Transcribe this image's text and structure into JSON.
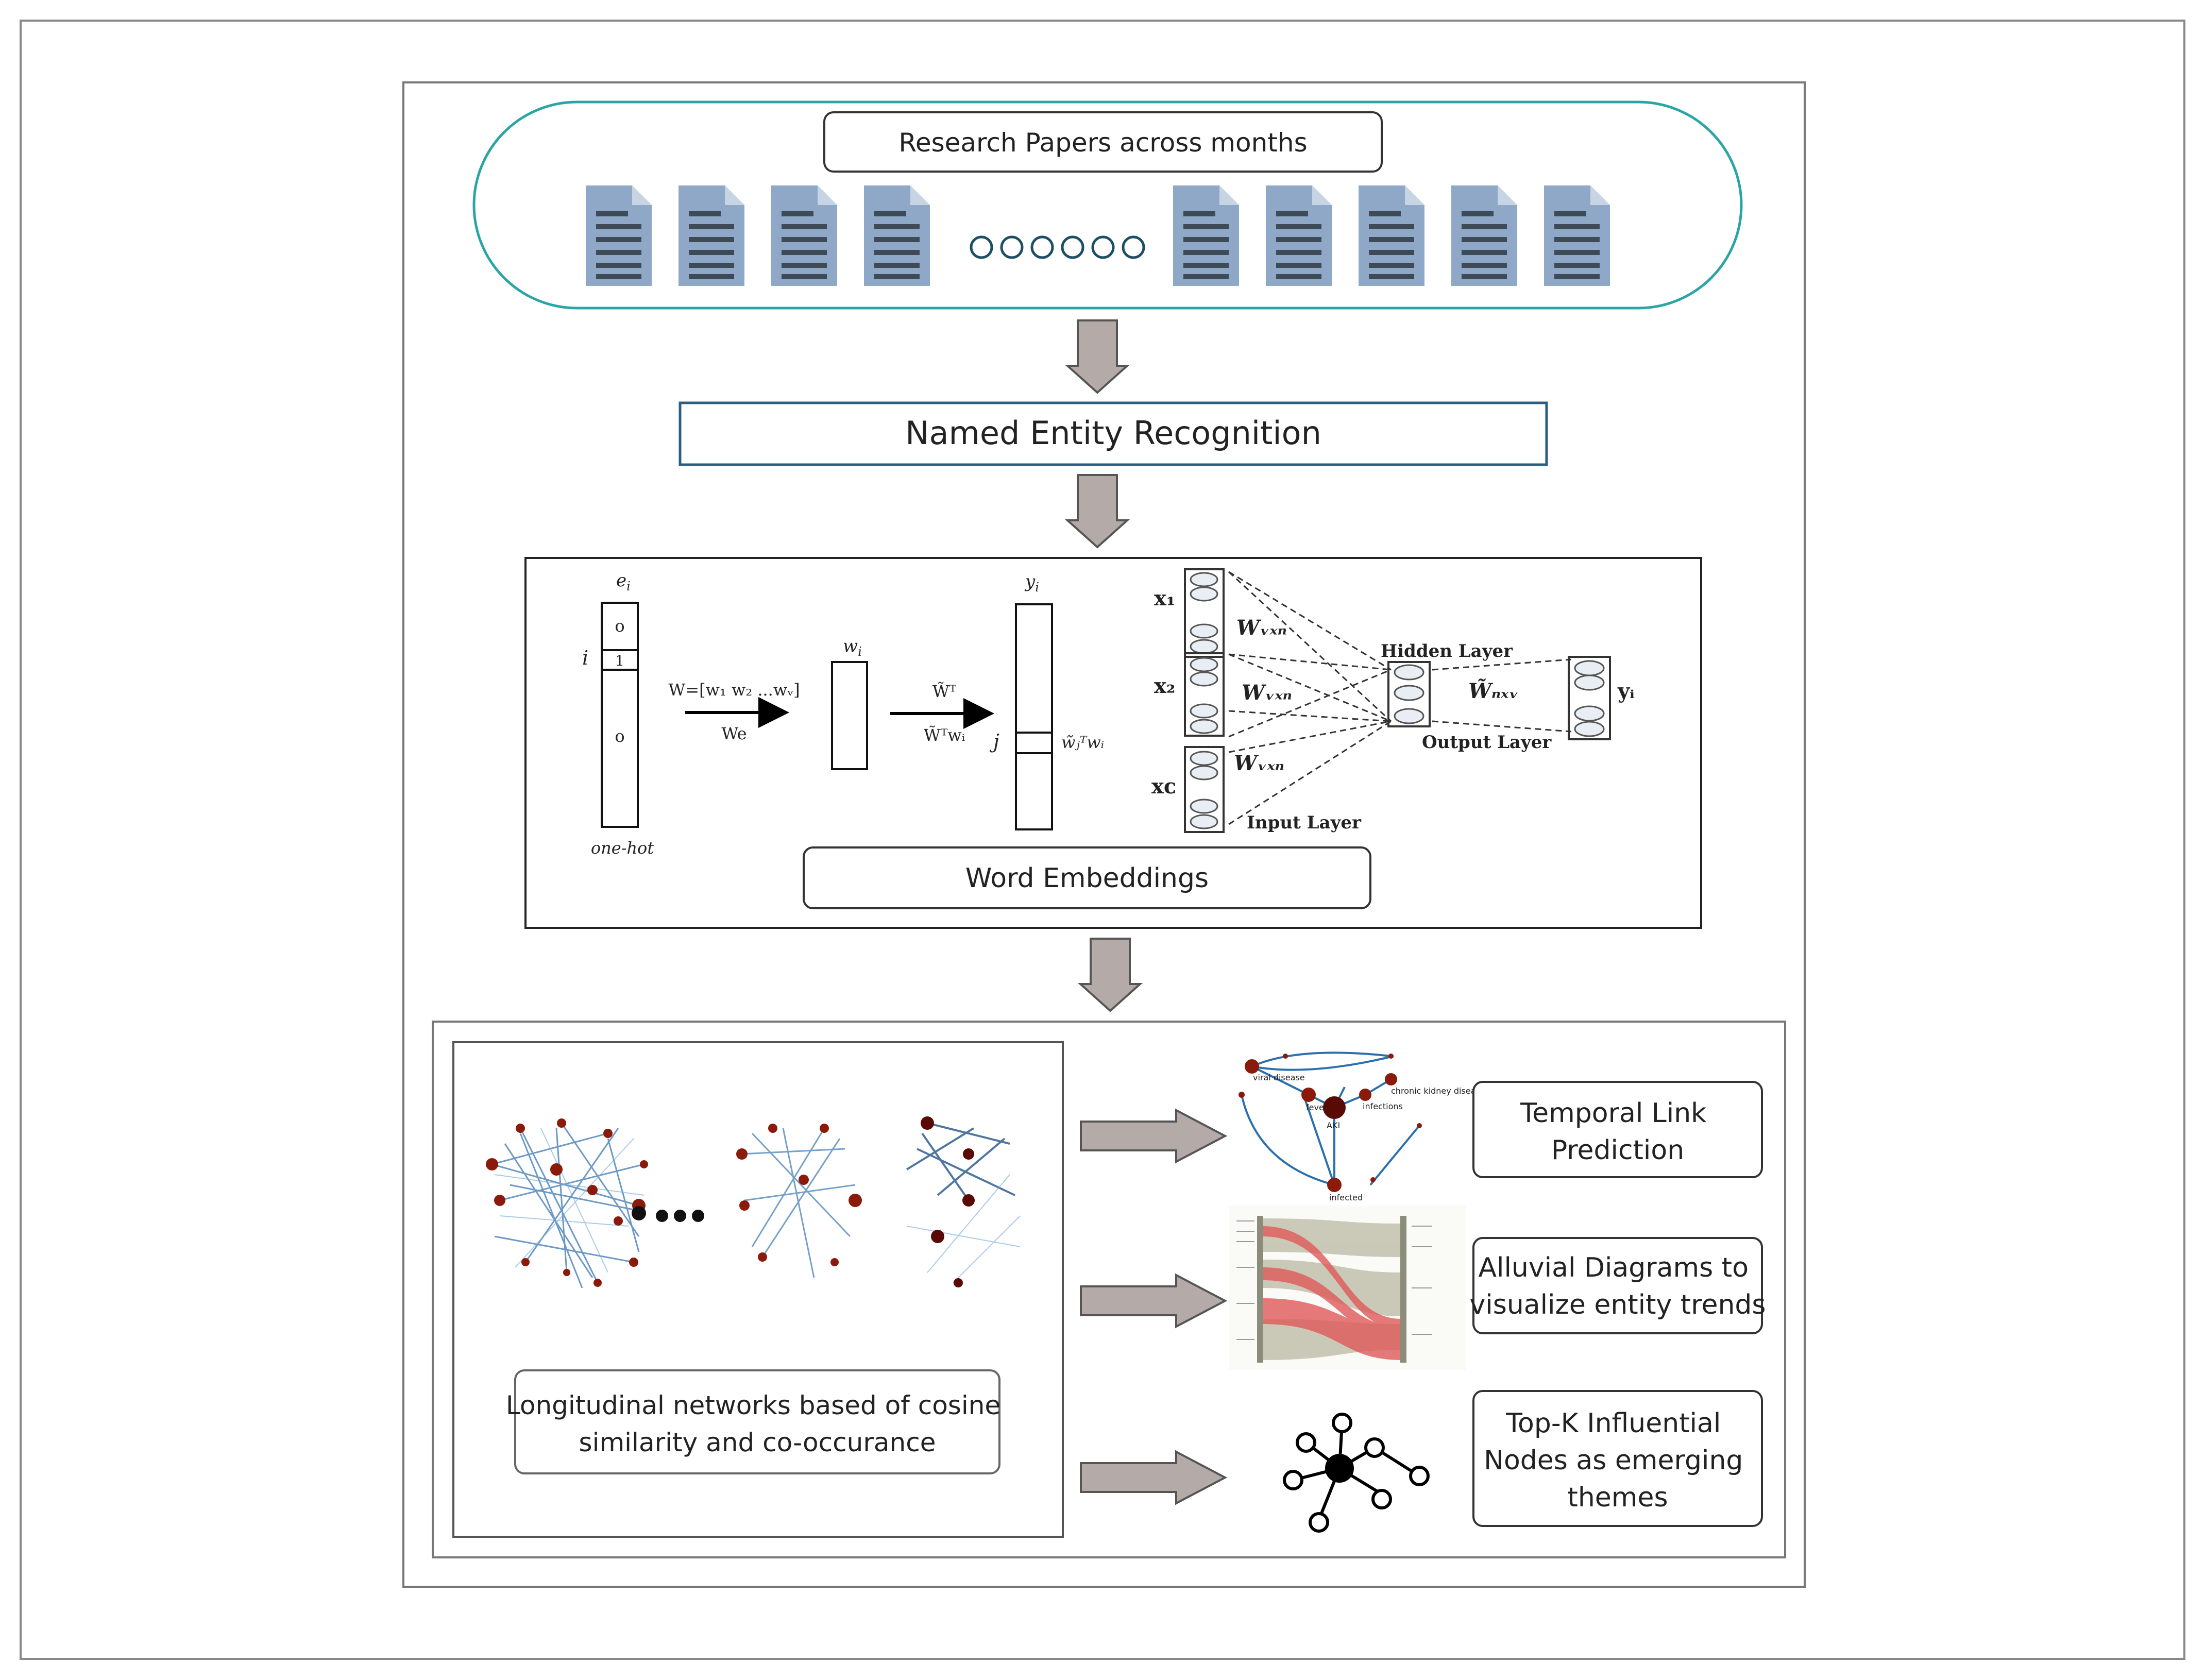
{
  "stage1": {
    "title": "Research Papers across months"
  },
  "stage2": {
    "title": "Named Entity Recognition"
  },
  "stage3": {
    "title": "Word Embeddings",
    "onehot": {
      "top_label": "e",
      "top_sub": "i",
      "row_label": "i",
      "cell_top": "o",
      "cell_one": "1",
      "cell_bottom": "o",
      "caption": "one-hot"
    },
    "arrow1": {
      "top": "W=[w₁ w₂ ...wᵥ]",
      "bottom": "We"
    },
    "hidden_vec": {
      "label": "w",
      "sub": "i"
    },
    "arrow2": {
      "top": "W̃ᵀ",
      "bottom": "W̃ᵀwᵢ"
    },
    "output_vec": {
      "label": "y",
      "sub": "i",
      "row_label": "j",
      "row_text": "w̃ⱼᵀwᵢ"
    },
    "network": {
      "x1": "x₁",
      "x2": "x₂",
      "xc": "xᴄ",
      "w1": "Wᵥₓₙ",
      "w2": "Wᵥₓₙ",
      "w3": "Wᵥₓₙ",
      "wnv": "W̃ₙₓᵥ",
      "yi": "yᵢ",
      "hidden": "Hidden Layer",
      "output": "Output Layer",
      "input": "Input Layer"
    }
  },
  "stage4": {
    "networks_caption": "Longitudinal networks based of cosine similarity and co-occurance",
    "networks_caption_lines": [
      "Longitudinal networks based of cosine",
      "similarity and co-occurance"
    ],
    "link_graph_labels": [
      "viral disease",
      "fever",
      "infections",
      "AKI",
      "chronic kidney disease",
      "infected"
    ],
    "outputs": [
      {
        "lines": [
          "Temporal  Link",
          "Prediction"
        ]
      },
      {
        "lines": [
          "Alluvial Diagrams to",
          "visualize entity trends"
        ]
      },
      {
        "lines": [
          "Top-K  Influential",
          "Nodes as emerging",
          "themes"
        ]
      }
    ]
  },
  "colors": {
    "doc_icon": "#8FA8C8",
    "doc_lines": "#3E4A56",
    "pill_border": "#2AA5A5",
    "ner_border": "#2B5F82",
    "arrow_fill": "#B4AAA8",
    "network_edge": "#3C78B4",
    "node": "#8B1A0A"
  }
}
